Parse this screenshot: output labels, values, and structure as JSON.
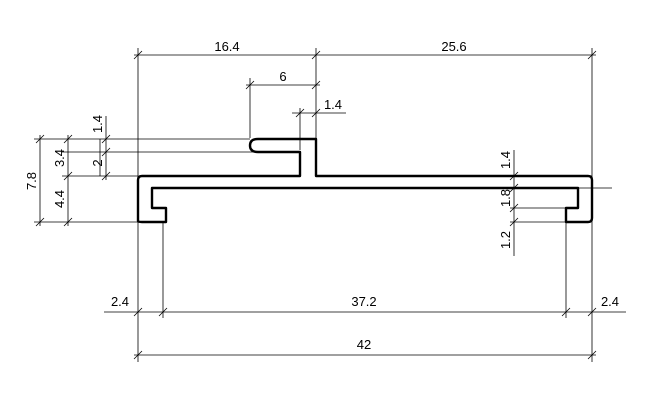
{
  "dimensions": {
    "top_left_width": "16.4",
    "top_right_width": "25.6",
    "lip_width": "6",
    "post_thickness": "1.4",
    "height_lip": "1.4",
    "height_gap": "3.4",
    "height_small": "2",
    "total_height": "7.8",
    "body_height": "4.4",
    "right_top_wall": "1.4",
    "right_channel": "1.8",
    "right_hook": "1.2",
    "left_flange": "2.4",
    "opening_width": "37.2",
    "right_flange": "2.4",
    "overall_width": "42"
  }
}
